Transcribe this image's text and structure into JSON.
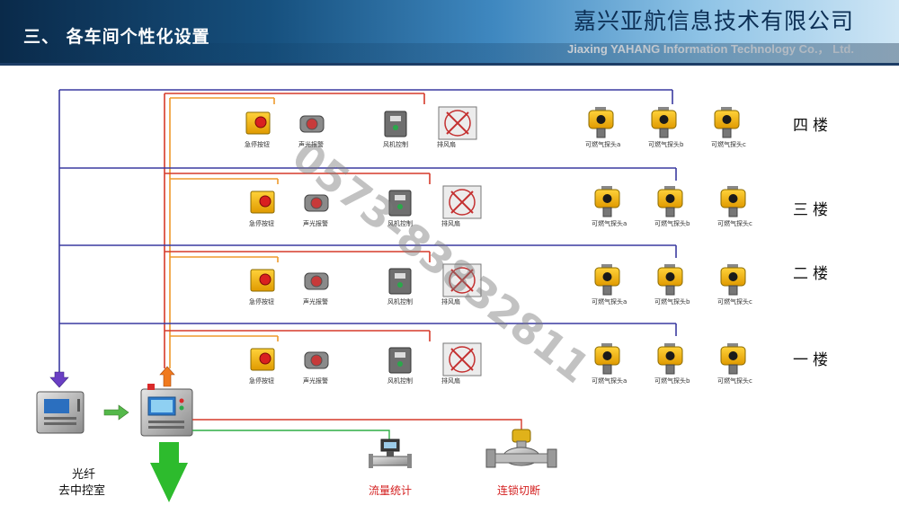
{
  "header": {
    "section_title": "三、 各车间个性化设置",
    "company_cn": "嘉兴亚航信息技术有限公司",
    "company_en": "Jiaxing YAHANG Information Technology Co.， Ltd."
  },
  "watermark": "0573-83832811",
  "floors": [
    {
      "label": "四楼",
      "devices": [
        "急停按钮",
        "声光报警",
        "风机控制",
        "排风扇"
      ],
      "detectors": [
        "可燃气探头a",
        "可燃气探头b",
        "可燃气探头c"
      ]
    },
    {
      "label": "三楼",
      "devices": [
        "急停按钮",
        "声光报警",
        "风机控制",
        "排风扇"
      ],
      "detectors": [
        "可燃气探头a",
        "可燃气探头b",
        "可燃气探头c"
      ]
    },
    {
      "label": "二楼",
      "devices": [
        "急停按钮",
        "声光报警",
        "风机控制",
        "排风扇"
      ],
      "detectors": [
        "可燃气探头a",
        "可燃气探头b",
        "可燃气探头c"
      ]
    },
    {
      "label": "一楼",
      "devices": [
        "急停按钮",
        "声光报警",
        "风机控制",
        "排风扇"
      ],
      "detectors": [
        "可燃气探头a",
        "可燃气探头b",
        "可燃气探头c"
      ]
    }
  ],
  "bottom": {
    "fiber_line1": "光纤",
    "fiber_line2": "去中控室",
    "flow_label": "流量统计",
    "interlock_label": "连锁切断"
  },
  "colors": {
    "blue_line": "#3a3aa0",
    "red_line": "#d63a2a",
    "orange_line": "#ef9a2c",
    "green_line": "#2fae45",
    "arrow_purple": "#6a3fc4",
    "arrow_orange": "#f07a1e",
    "arrow_green": "#2dbb2d"
  }
}
